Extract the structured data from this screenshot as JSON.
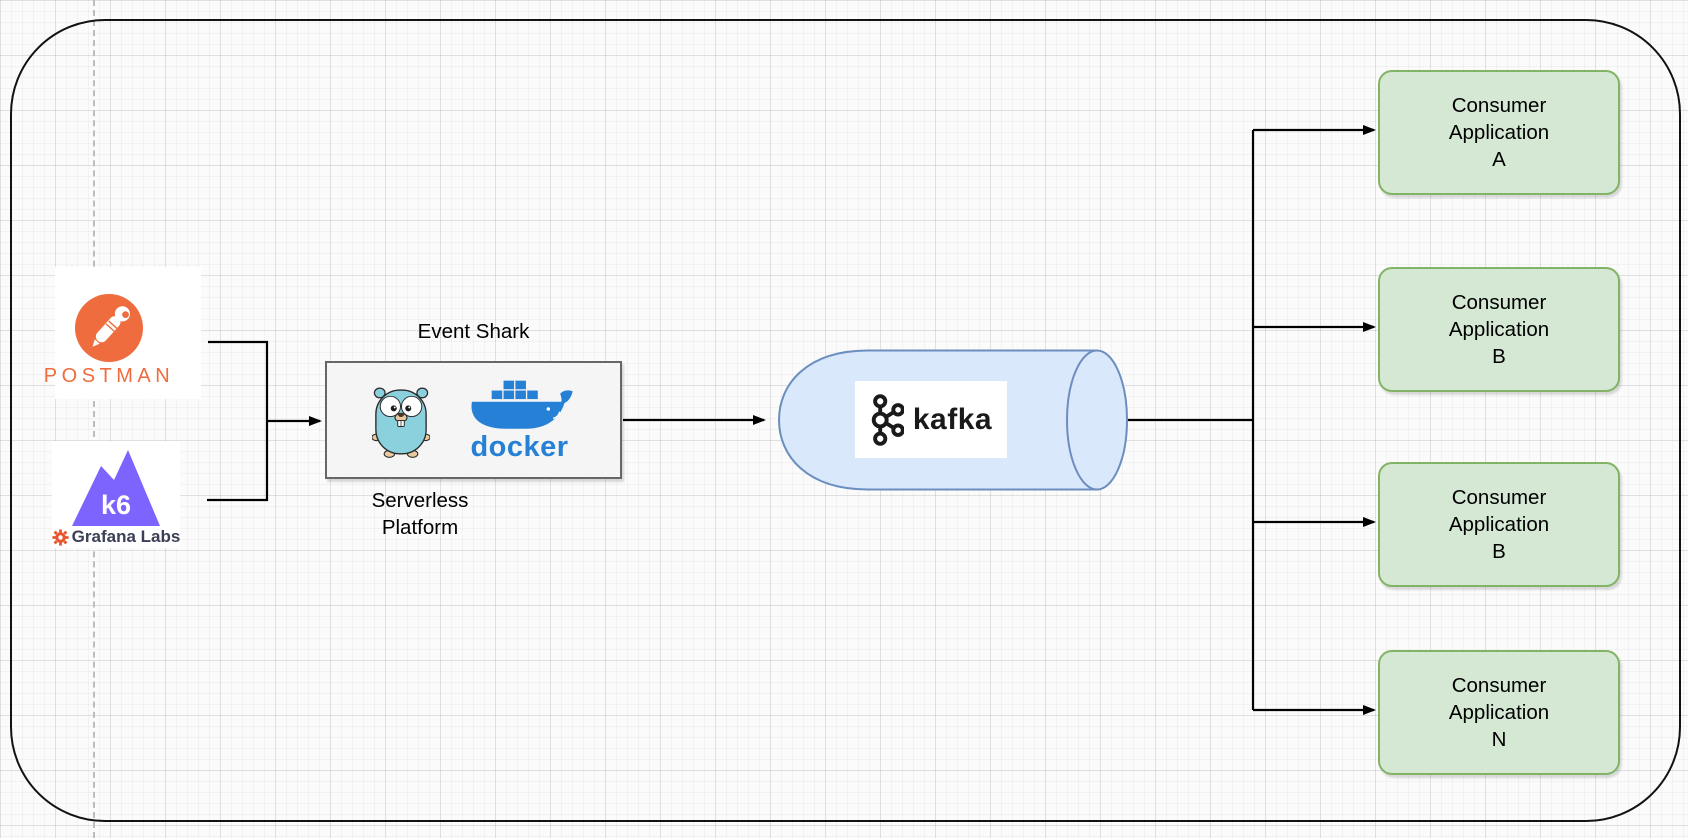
{
  "diagram": {
    "producers": {
      "postman": {
        "wordmark": "POSTMAN"
      },
      "k6": {
        "wordmark": "k6",
        "brand": "Grafana Labs"
      }
    },
    "platform": {
      "title": "Event Shark",
      "caption": {
        "line1": "Serverless",
        "line2": "Platform"
      },
      "docker_wordmark": "docker"
    },
    "broker": {
      "wordmark": "kafka"
    },
    "consumers": [
      {
        "line1": "Consumer",
        "line2": "Application",
        "line3": "A"
      },
      {
        "line1": "Consumer",
        "line2": "Application",
        "line3": "B"
      },
      {
        "line1": "Consumer",
        "line2": "Application",
        "line3": "B"
      },
      {
        "line1": "Consumer",
        "line2": "Application",
        "line3": "N"
      }
    ],
    "icons": {
      "postman": "postman-astronaut-icon",
      "k6": "k6-mountain-icon",
      "grafana": "grafana-gear-icon",
      "gopher": "go-gopher-icon",
      "docker": "docker-whale-icon",
      "kafka": "kafka-logo-icon"
    },
    "colors": {
      "postman_orange": "#ee6c3d",
      "k6_purple": "#7d64ff",
      "grafana_text": "#3b4056",
      "docker_blue": "#2580d6",
      "gopher_blue": "#8bd0dd",
      "cylinder_fill": "#dae8fc",
      "cylinder_stroke": "#6c8ebf",
      "consumer_fill": "#d5e8d4",
      "consumer_stroke": "#82b366",
      "platform_fill": "#f5f5f5",
      "platform_stroke": "#666666",
      "connector": "#000000"
    }
  }
}
